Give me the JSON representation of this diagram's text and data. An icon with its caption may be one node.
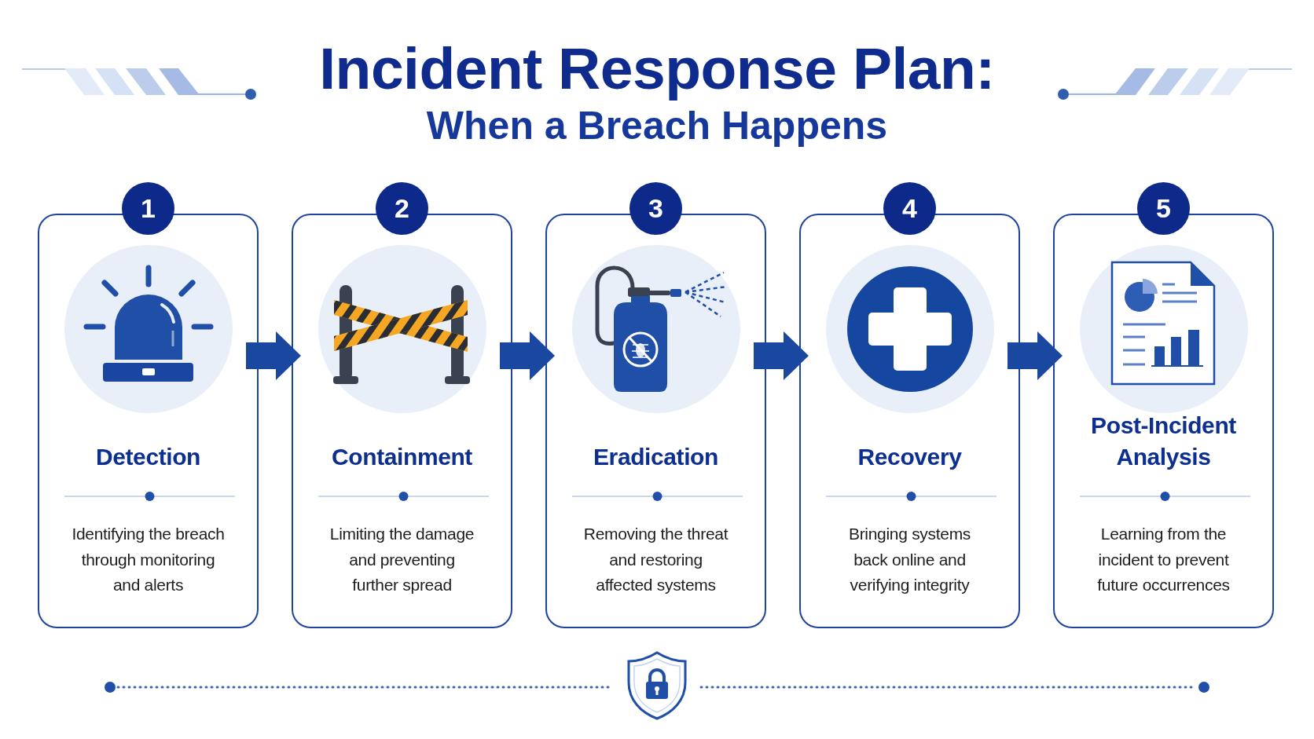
{
  "diagram": {
    "title": "Incident Response Plan:",
    "nodes": [
      {
        "text": [
          "1",
          "Detection",
          "Identifying the breach through monitoring and alerts"
        ]
      },
      {
        "text": [
          "2",
          "Containment",
          "Limiting the damage and preventing further spread"
        ]
      },
      {
        "text": [
          "3",
          "Eradication",
          "Removing the threat and restoring affected systems"
        ]
      },
      {
        "text": [
          "4",
          "Recovery",
          "Bringing systems back online and verifying integrity"
        ]
      },
      {
        "text": [
          "5",
          "Post-Incident Analysis",
          "Learning from the incident to prevent future occurrences"
        ]
      }
    ],
    "edges": [
      {
        "from": 0,
        "to": 1,
        "arrow": "to"
      },
      {
        "from": 1,
        "to": 2,
        "arrow": "to"
      },
      {
        "from": 2,
        "to": 3,
        "arrow": "to"
      },
      {
        "from": 3,
        "to": 4,
        "arrow": "to"
      }
    ],
    "labels": [
      "When a Breach Happens"
    ]
  }
}
